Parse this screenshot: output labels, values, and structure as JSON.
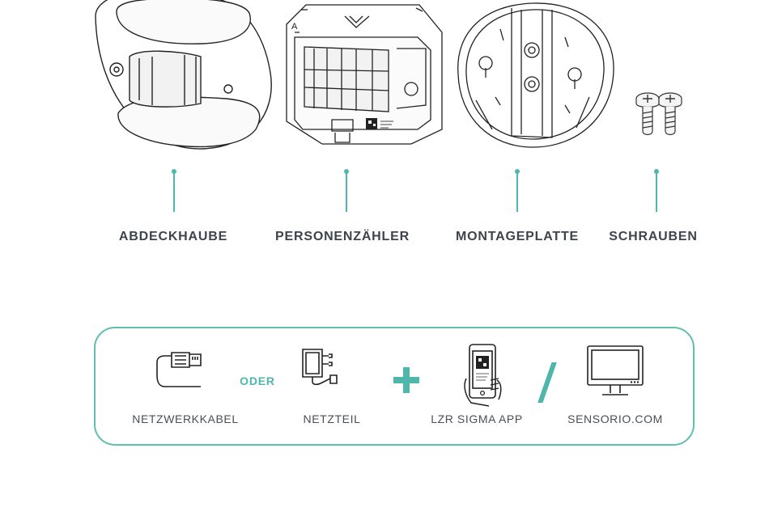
{
  "parts": [
    {
      "label": "ABDECKHAUBE",
      "icon": "cover-icon"
    },
    {
      "label": "PERSONENZÄHLER",
      "icon": "people-counter-icon"
    },
    {
      "label": "MONTAGEPLATTE",
      "icon": "mounting-plate-icon"
    },
    {
      "label": "SCHRAUBEN",
      "icon": "screws-icon"
    }
  ],
  "requirements": {
    "network_cable": {
      "label": "NETZWERKKABEL",
      "icon": "ethernet-cable-icon"
    },
    "or_label": "ODER",
    "power_supply": {
      "label": "NETZTEIL",
      "icon": "power-adapter-icon"
    },
    "plus_icon": "plus-icon",
    "app": {
      "label": "LZR SIGMA APP",
      "icon": "smartphone-qr-icon"
    },
    "slash_icon": "slash-icon",
    "web": {
      "label": "SENSORIO.COM",
      "icon": "monitor-icon"
    }
  },
  "colors": {
    "accent": "#4fb7aa",
    "text": "#3d444c",
    "line": "#222222"
  }
}
